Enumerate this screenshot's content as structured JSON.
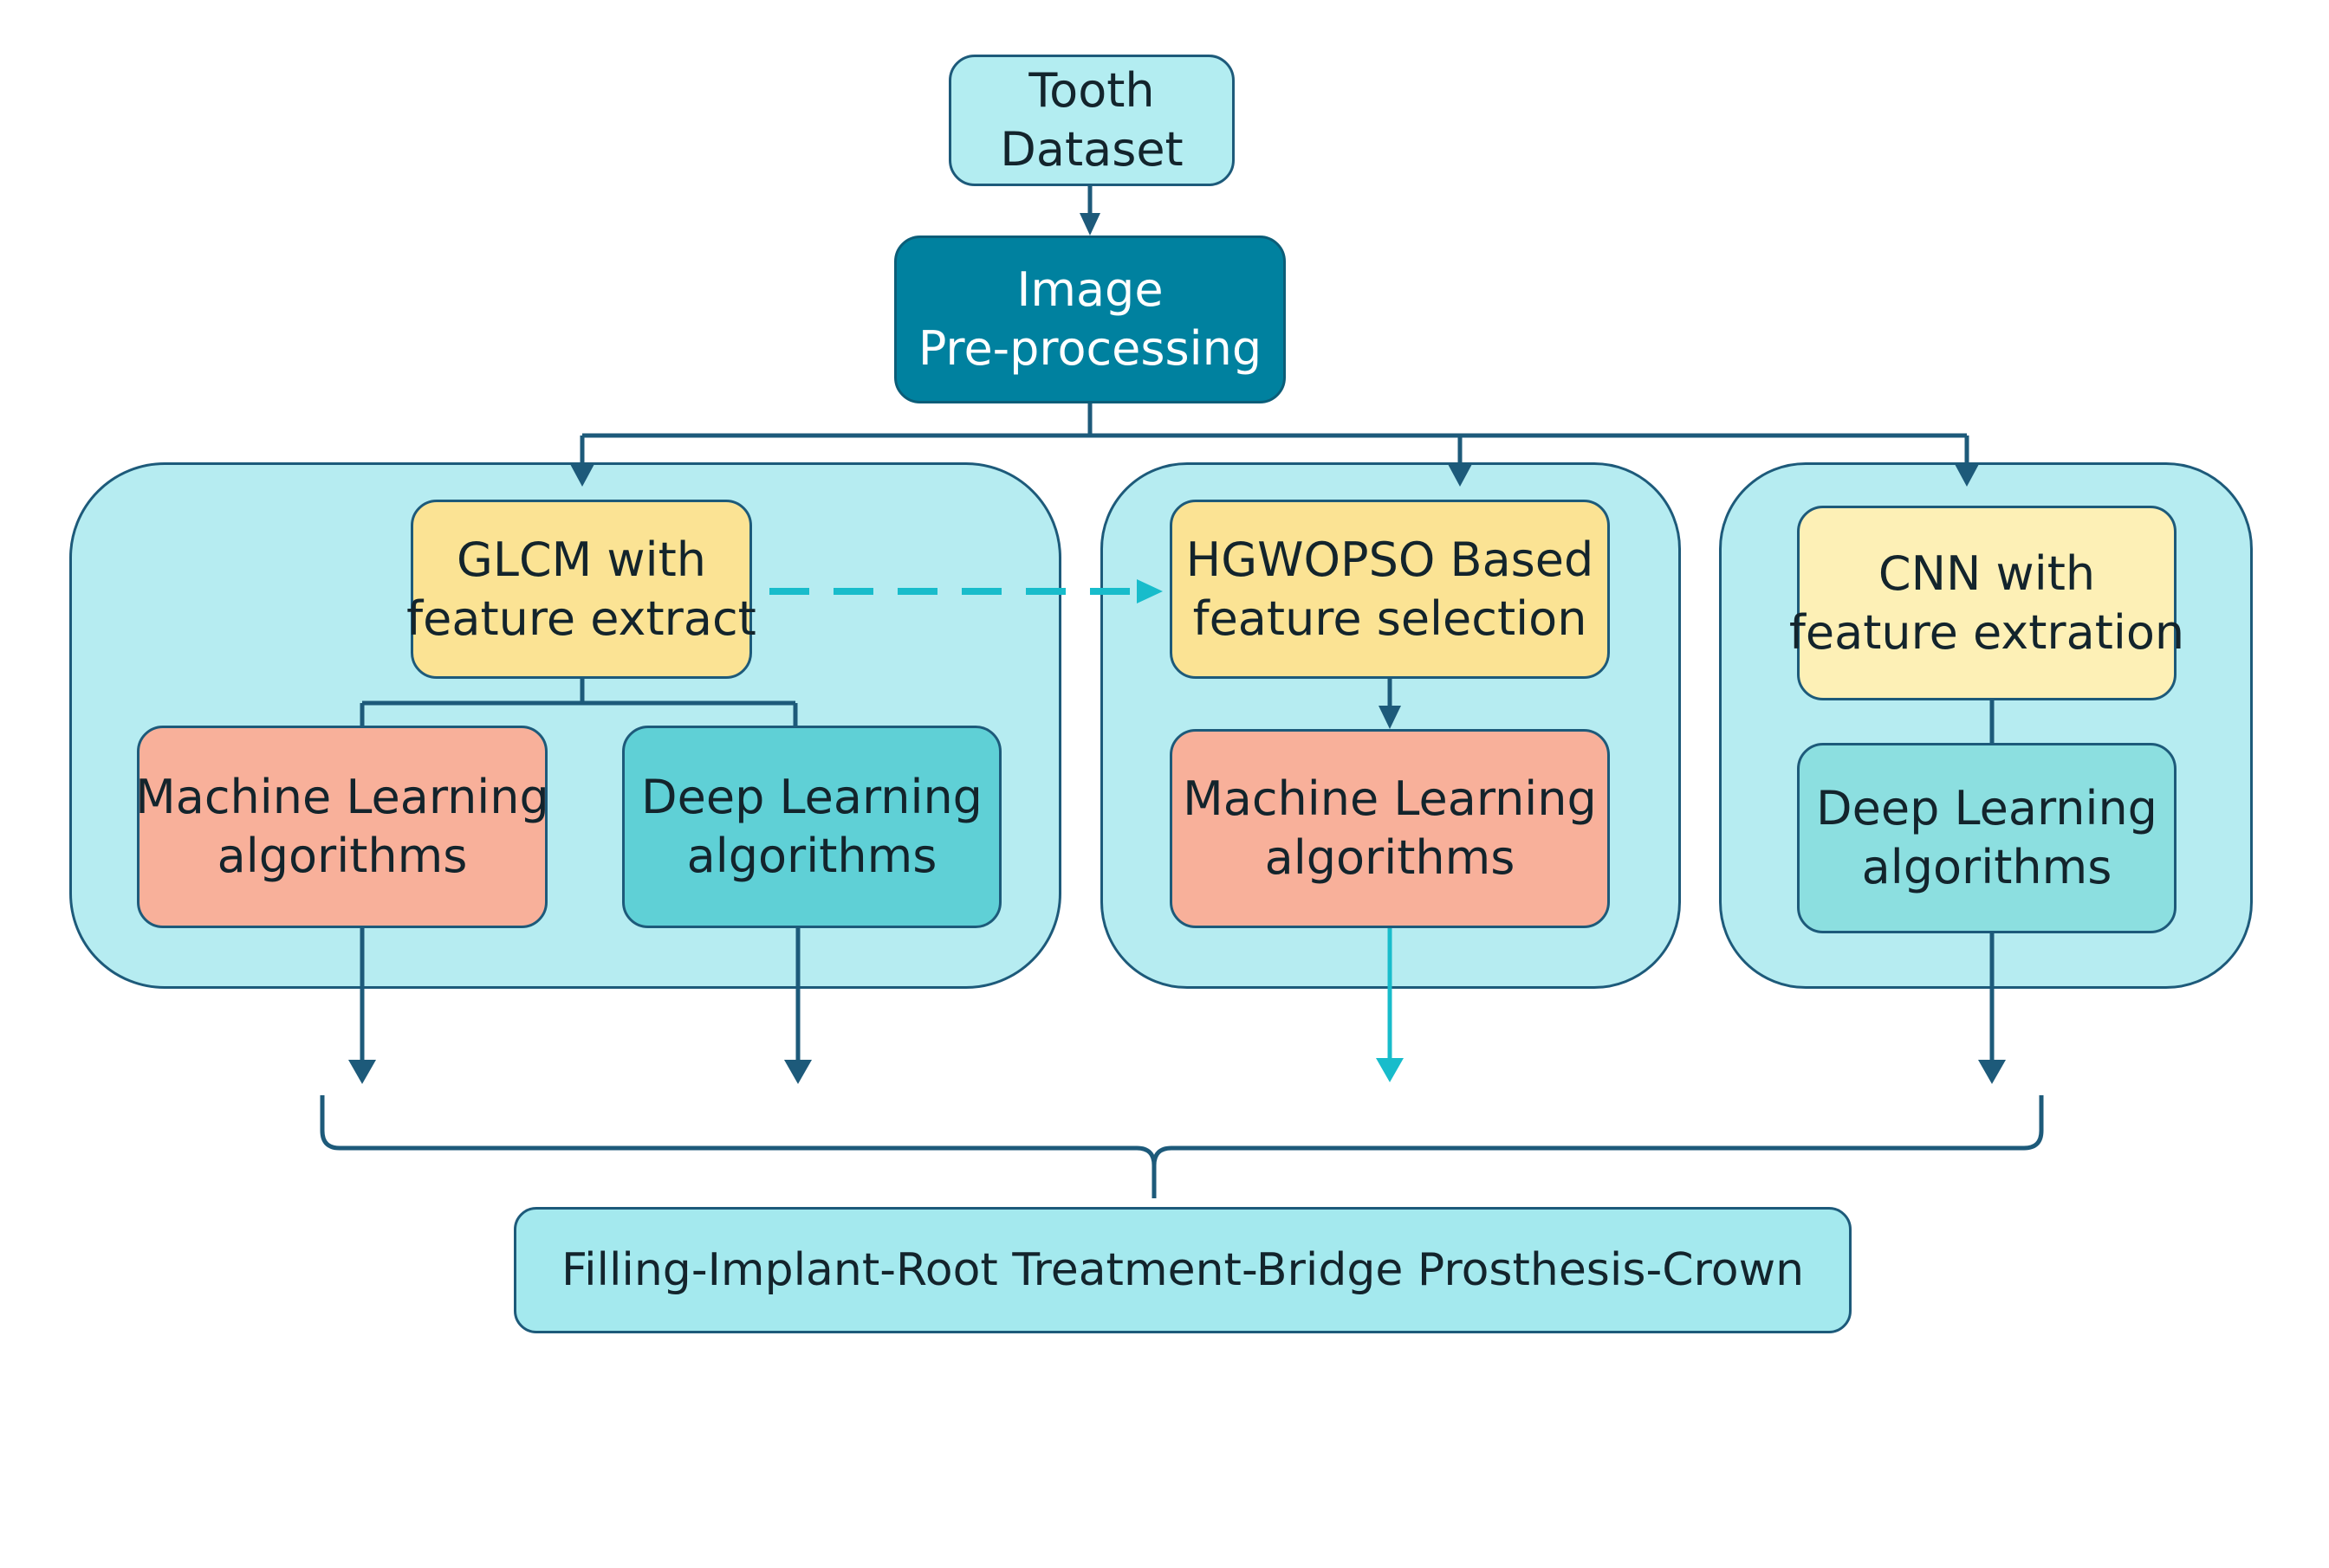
{
  "nodes": {
    "tooth_dataset": {
      "line1": "Tooth",
      "line2": "Dataset"
    },
    "image_preprocessing": {
      "line1": "Image",
      "line2": "Pre-processing"
    },
    "glcm": {
      "line1": "GLCM with",
      "line2": "feature extract"
    },
    "ml_left": {
      "line1": "Machine Learning",
      "line2": "algorithms"
    },
    "dl_left": {
      "line1": "Deep Learning",
      "line2": "algorithms"
    },
    "hgwopso": {
      "line1": "HGWOPSO Based",
      "line2": "feature selection"
    },
    "ml_middle": {
      "line1": "Machine Learning",
      "line2": "algorithms"
    },
    "cnn": {
      "line1": "CNN with",
      "line2": "feature extration"
    },
    "dl_right": {
      "line1": "Deep Learning",
      "line2": "algorithms"
    },
    "treatments": {
      "label": "Filling-Implant-Root Treatment-Bridge Prosthesis-Crown"
    }
  },
  "colors": {
    "line": "#1d5a7a",
    "dashed_arrow": "#18bccb",
    "panel": "#b6ecf1"
  }
}
